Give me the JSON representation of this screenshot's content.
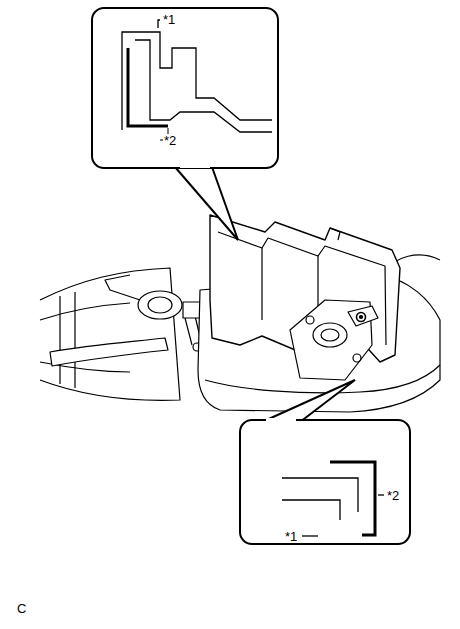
{
  "diagram": {
    "labels": [
      "*1",
      "*2",
      "*2",
      "*1",
      "C"
    ]
  }
}
